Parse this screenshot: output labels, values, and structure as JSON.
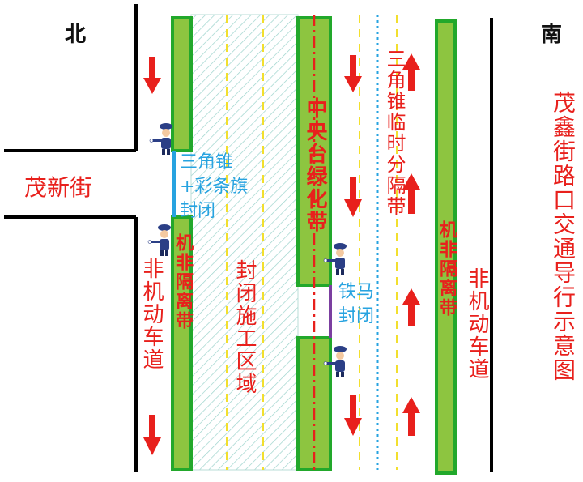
{
  "labels": {
    "north": "北",
    "south": "南",
    "side_street": "茂新街",
    "title": "茂鑫街路口交通导行示意图",
    "cone_flag_closure": "三角锥+彩条旗封闭",
    "closed_zone": "封闭施工区域",
    "central_median": "中央台绿化带",
    "temp_cone_divider": "三角锥临时分隔带",
    "barrier_closure": "铁马封闭",
    "left_bike_separator": "机非隔离带",
    "right_bike_separator": "机非隔离带",
    "left_bike_lane": "非机动车道",
    "right_bike_lane": "非机动车道"
  },
  "colors": {
    "green_belt": "#8dc540",
    "green_edge": "#22a82b",
    "red": "#e8201c",
    "blue": "#27a3e0",
    "yellow": "#f2df2e",
    "hatch": "#9cd3cc",
    "purple": "#7b3fa0",
    "police": "#2b3f86"
  },
  "arrows": {
    "southbound": "down-arrow-icon",
    "northbound": "up-arrow-icon"
  },
  "icons": {
    "traffic_police": "traffic-police-icon"
  }
}
